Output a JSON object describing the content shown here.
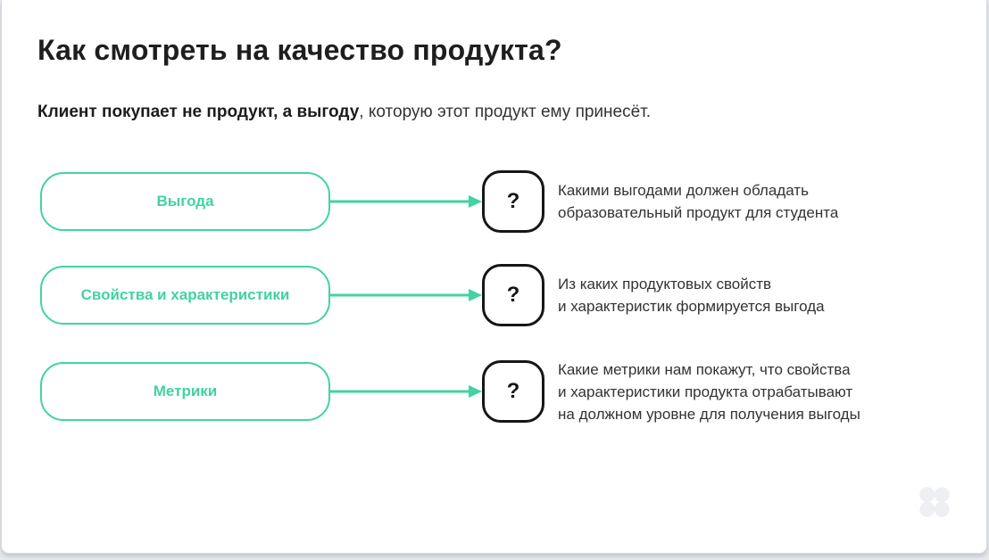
{
  "slide": {
    "title": "Как смотреть на качество продукта?",
    "subtitle_bold": "Клиент покупает не продукт, а выгоду",
    "subtitle_rest": ", которую этот продукт ему принесёт."
  },
  "colors": {
    "accent_green": "#42d3a0",
    "box_border_dark": "#161616",
    "title_color": "#1e1e1e",
    "body_text": "#333333",
    "page_bg": "#e7e9ec",
    "slide_border": "#d8dbdf",
    "logo_gray": "#edeff3"
  },
  "rows": [
    {
      "label": "Выгода",
      "question_mark": "?",
      "desc_lines": [
        "Какими выгодами должен обладать",
        "образовательный продукт для студента"
      ]
    },
    {
      "label": "Свойства и характеристики",
      "question_mark": "?",
      "desc_lines": [
        "Из каких продуктовых свойств",
        "и характеристик формируется выгода"
      ]
    },
    {
      "label": "Метрики",
      "question_mark": "?",
      "desc_lines": [
        "Какие метрики нам покажут, что свойства",
        "и характеристики продукта отрабатывают",
        "на должном уровне для получения выгоды"
      ]
    }
  ],
  "icons": {
    "logo": "four-dots-clover-logo"
  }
}
